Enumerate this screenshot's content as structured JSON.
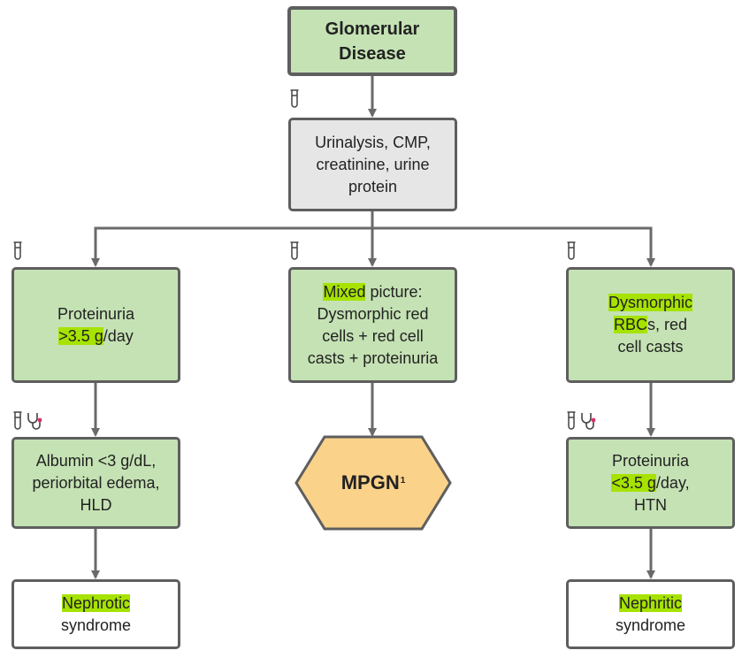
{
  "nodes": {
    "root": {
      "line1": "Glomerular",
      "line2": "Disease"
    },
    "tests": {
      "line1": "Urinalysis, CMP,",
      "line2": "creatinine, urine",
      "line3": "protein"
    },
    "left_finding": {
      "line1": "Proteinuria",
      "hl": ">3.5 g",
      "rest": "/day"
    },
    "mid_finding": {
      "hl": "Mixed",
      "rest1": " picture:",
      "line2": "Dysmorphic red",
      "line3": "cells + red cell",
      "line4": "casts + proteinuria"
    },
    "right_finding": {
      "hl1": "Dysmorphic",
      "hl2": "RBC",
      "rest2": "s, red",
      "line3": "cell casts"
    },
    "left_detail": {
      "line1": "Albumin <3 g/dL,",
      "line2": "periorbital edema,",
      "line3": "HLD"
    },
    "right_detail": {
      "line1": "Proteinuria",
      "hl": "<3.5 g",
      "rest": "/day,",
      "line3": "HTN"
    },
    "mpgn": {
      "label": "MPGN",
      "sup": "1"
    },
    "nephrotic": {
      "hl": "Nephrotic",
      "line2": "syndrome"
    },
    "nephritic": {
      "hl": "Nephritic",
      "line2": "syndrome"
    }
  },
  "icons": [
    "test-tube-icon",
    "stethoscope-icon"
  ],
  "colors": {
    "box_green": "#c5e2b4",
    "box_gray": "#e6e6e6",
    "highlight": "#a6e300",
    "hexagon": "#fbd28a",
    "border": "#5e5e5e",
    "stethoscope_dot": "#d6336c"
  }
}
